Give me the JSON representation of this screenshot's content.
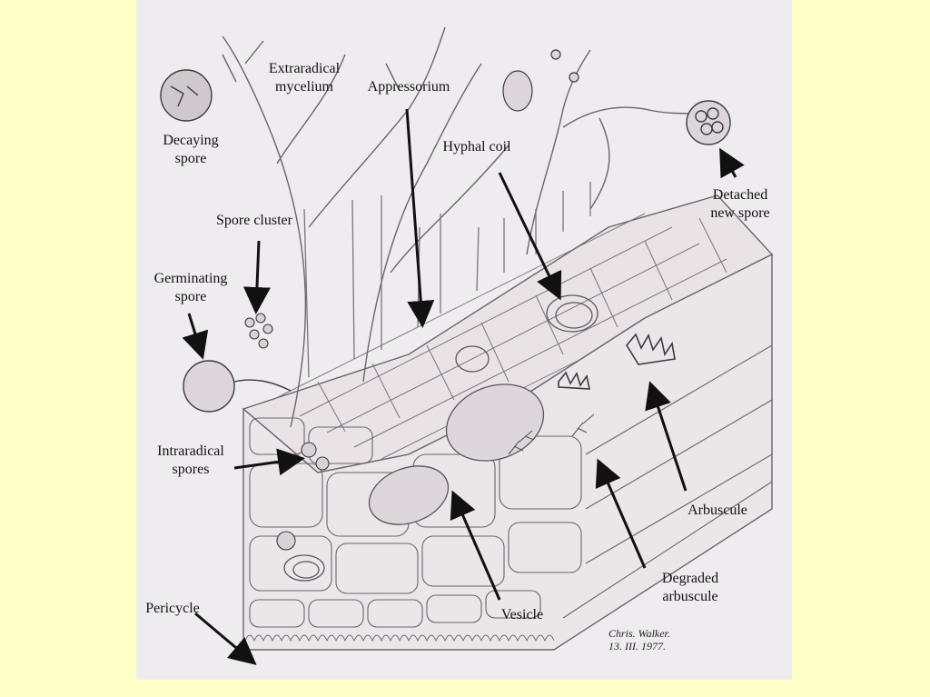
{
  "diagram": {
    "labels": {
      "extraradical_mycelium": "Extraradical\nmycelium",
      "appressorium": "Appressorium",
      "decaying_spore": "Decaying\nspore",
      "hyphal_coil": "Hyphal coil",
      "detached_new_spore": "Detached\nnew spore",
      "spore_cluster": "Spore cluster",
      "germinating_spore": "Germinating\nspore",
      "intraradical_spores": "Intraradical\nspores",
      "arbuscule": "Arbuscule",
      "degraded_arbuscule": "Degraded\narbuscule",
      "pericycle": "Pericycle",
      "vesicle": "Vesicle"
    },
    "signature": "Chris. Walker.\n13. III. 1977."
  },
  "colors": {
    "background": "#ffffc8",
    "panel": "#efecef",
    "ink": "#111111",
    "sketch": "#6a6470",
    "cell_fill": "#e8e2e4"
  }
}
